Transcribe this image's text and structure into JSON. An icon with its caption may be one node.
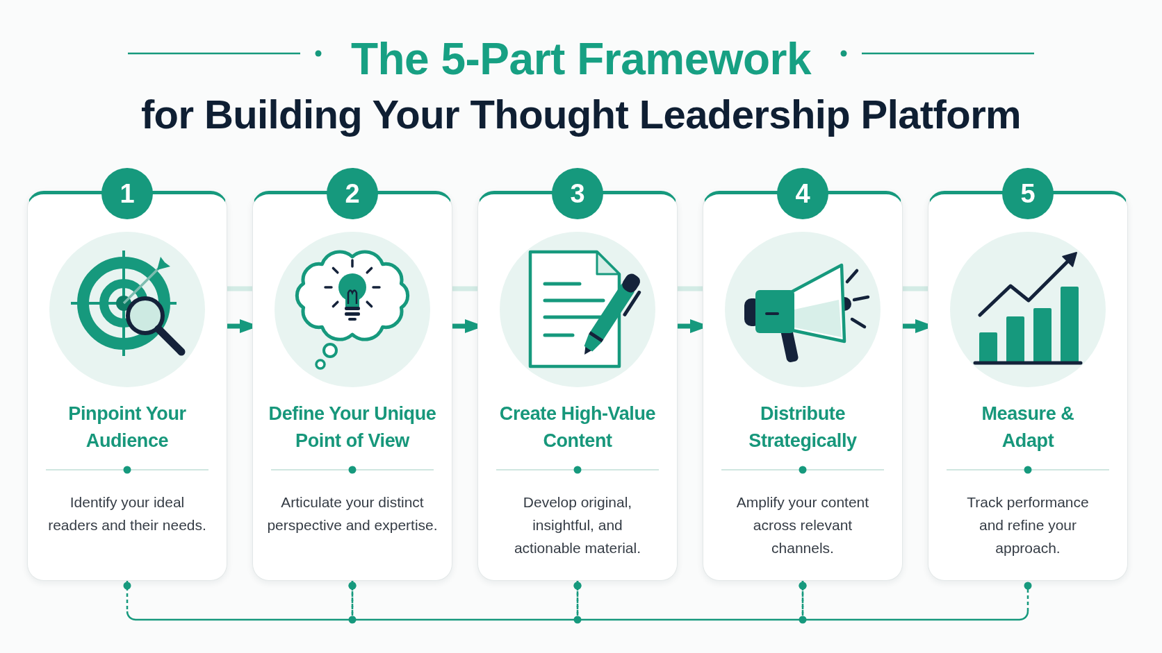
{
  "diagram": {
    "title": "The 5-Part Framework",
    "nodes": [
      {
        "text": [
          "1",
          "Pinpoint Your Audience",
          "Identify your ideal readers and their needs."
        ]
      },
      {
        "text": [
          "2",
          "Define Your Unique Point of View",
          "Articulate your distinct perspective and expertise."
        ]
      },
      {
        "text": [
          "3",
          "Create High-Value Content",
          "Develop original, insightful, and actionable material."
        ]
      },
      {
        "text": [
          "4",
          "Distribute Strategically",
          "Amplify your content across relevant channels."
        ]
      },
      {
        "text": [
          "5",
          "Measure & Adapt",
          "Track performance and refine your approach."
        ]
      }
    ],
    "edges": [
      {
        "from": 0,
        "to": 1,
        "arrow": "to"
      },
      {
        "from": 1,
        "to": 2,
        "arrow": "to"
      },
      {
        "from": 2,
        "to": 3,
        "arrow": "to"
      },
      {
        "from": 3,
        "to": 4,
        "arrow": "to"
      },
      {
        "from": 0,
        "to": 1,
        "arrow": "other",
        "style": "dashed"
      },
      {
        "from": 1,
        "to": 2,
        "arrow": "other",
        "style": "dashed"
      },
      {
        "from": 2,
        "to": 3,
        "arrow": "other",
        "style": "dashed"
      },
      {
        "from": 3,
        "to": 4,
        "arrow": "other",
        "style": "dashed"
      },
      {
        "from": 0,
        "to": 1,
        "arrow": "none",
        "color": "#d3ebe5"
      },
      {
        "from": 1,
        "to": 2,
        "arrow": "none",
        "color": "#d3ebe5"
      },
      {
        "from": 2,
        "to": 3,
        "arrow": "none",
        "color": "#d3ebe5"
      },
      {
        "from": 3,
        "to": 4,
        "arrow": "none",
        "color": "#d3ebe5"
      }
    ],
    "labels": [
      "for Building Your Thought Leadership Platform"
    ]
  }
}
